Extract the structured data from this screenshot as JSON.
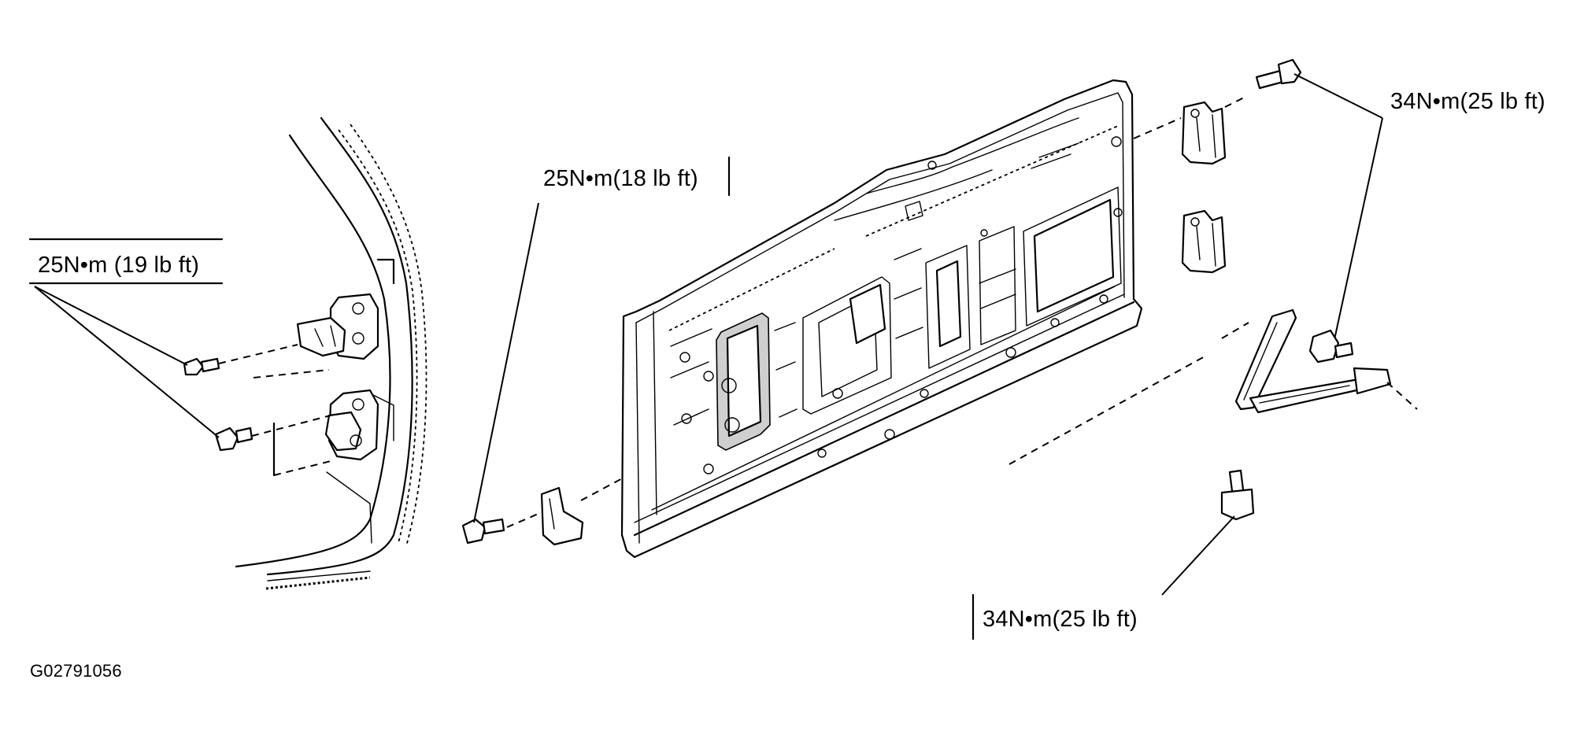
{
  "labels": {
    "torque_left": "25N•m (19 lb ft)",
    "torque_center": "25N•m(18 lb ft)",
    "torque_top_right": "34N•m(25 lb ft)",
    "torque_bottom_right": "34N•m(25 lb ft)"
  },
  "figure_code": "G02791056"
}
